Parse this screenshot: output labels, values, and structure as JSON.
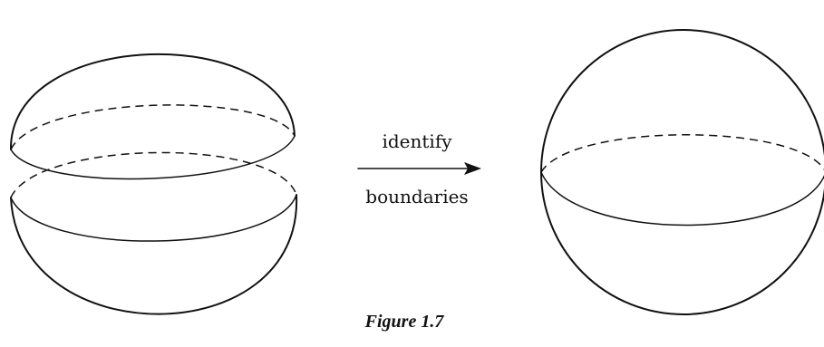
{
  "diagram": {
    "label_top": "identify",
    "label_bottom": "boundaries",
    "caption": "Figure 1.7"
  }
}
